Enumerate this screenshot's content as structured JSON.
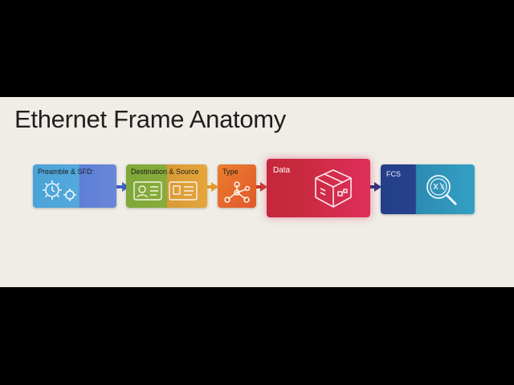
{
  "title": "Ethernet Frame Anatomy",
  "segments": [
    {
      "label": "Preamble & SFD:",
      "colors": [
        "#4aa3d8",
        "#5c7fd6"
      ],
      "icon": "gear-clock-icon"
    },
    {
      "label": "Destination & Source",
      "colors": [
        "#7fa83a",
        "#e0a23a"
      ],
      "icon": "id-cards-icon"
    },
    {
      "label": "Type",
      "colors": [
        "#e8782e",
        "#e85f2e"
      ],
      "icon": "network-nodes-icon"
    },
    {
      "label": "Data",
      "colors": [
        "#c8283e",
        "#e0305a"
      ],
      "icon": "package-box-icon"
    },
    {
      "label": "FCS",
      "colors": [
        "#243f8a",
        "#2f8ab0"
      ],
      "icon": "magnifier-checksum-icon"
    }
  ]
}
